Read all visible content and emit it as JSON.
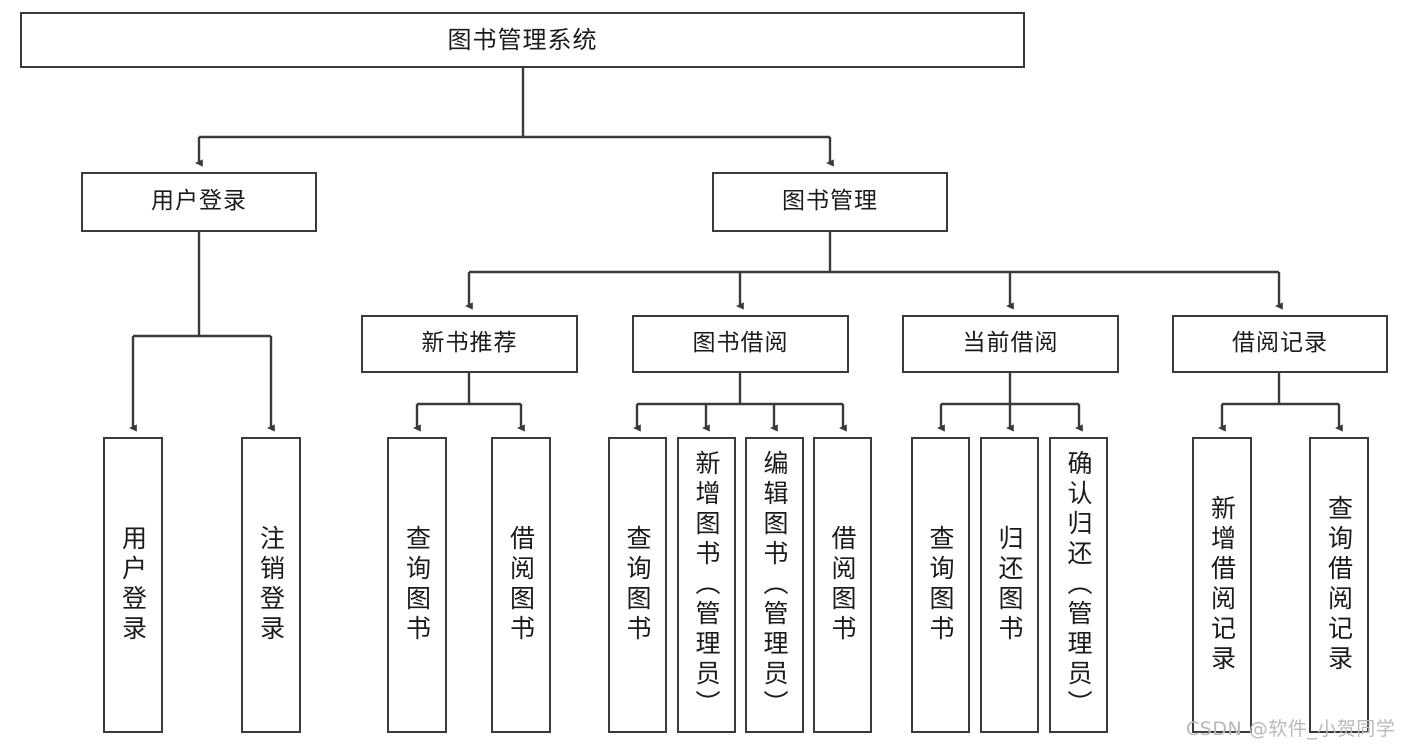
{
  "diagram": {
    "title_node": {
      "label": "图书管理系统"
    },
    "level2": [
      {
        "label": "用户登录"
      },
      {
        "label": "图书管理"
      }
    ],
    "level3": [
      {
        "label": "新书推荐"
      },
      {
        "label": "图书借阅"
      },
      {
        "label": "当前借阅"
      },
      {
        "label": "借阅记录"
      }
    ],
    "leaves": {
      "user_login": [
        {
          "label": "用户登录"
        },
        {
          "label": "注销登录"
        }
      ],
      "new_book_recommend": [
        {
          "label": "查询图书"
        },
        {
          "label": "借阅图书"
        }
      ],
      "book_borrow": [
        {
          "label": "查询图书"
        },
        {
          "label": "新增图书（管理员）"
        },
        {
          "label": "编辑图书（管理员）"
        },
        {
          "label": "借阅图书"
        }
      ],
      "current_borrow": [
        {
          "label": "查询图书"
        },
        {
          "label": "归还图书"
        },
        {
          "label": "确认归还（管理员）"
        }
      ],
      "borrow_record": [
        {
          "label": "新增借阅记录"
        },
        {
          "label": "查询借阅记录"
        }
      ]
    }
  },
  "watermark": {
    "text": "CSDN @软件_小贺同学"
  },
  "colors": {
    "stroke": "#3a3a3a",
    "text": "#1b1b1b",
    "background": "#ffffff",
    "watermark": "#b9b9b9"
  }
}
